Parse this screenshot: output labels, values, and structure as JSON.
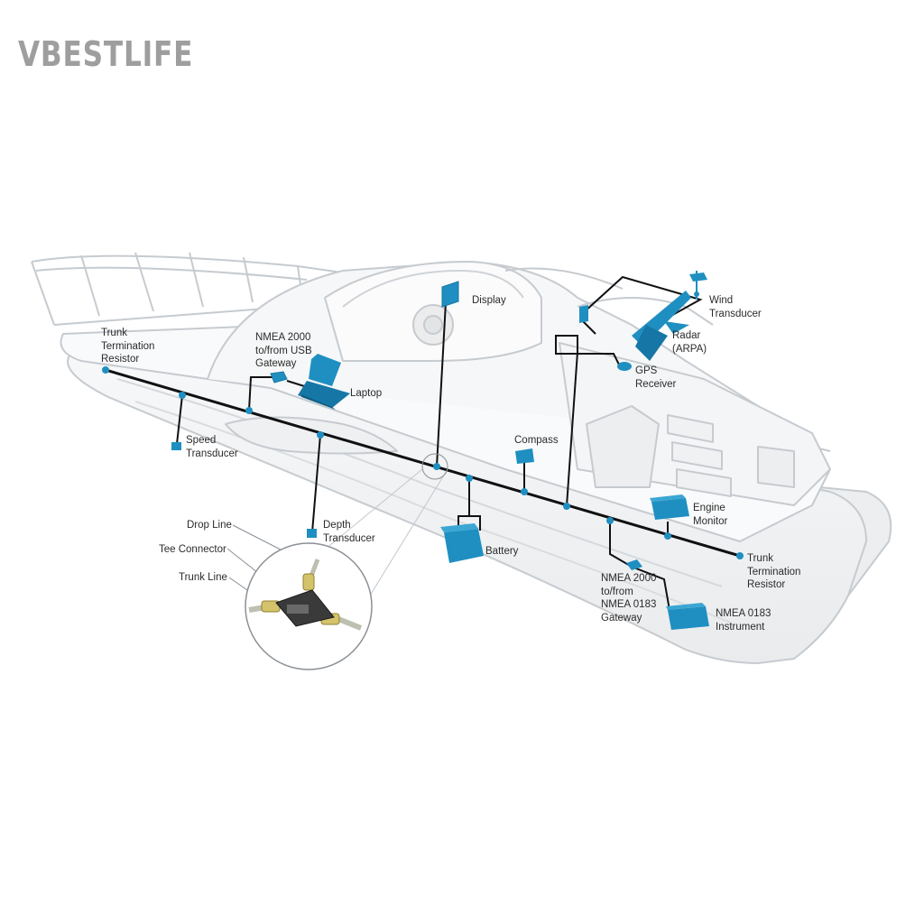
{
  "watermark": "VBESTLIFE",
  "colors": {
    "device": "#1f8fc1",
    "device_dark": "#1677a6",
    "trunk": "#111111",
    "boat_line": "#c8cdd2",
    "boat_fill": "#f3f4f5",
    "shadow": "#e6e8ea"
  },
  "labels": {
    "trunk_resistor_left": "Trunk\nTermination\nResistor",
    "usb_gateway": "NMEA 2000\nto/from USB\nGateway",
    "laptop": "Laptop",
    "display": "Display",
    "wind": "Wind\nTransducer",
    "radar": "Radar\n(ARPA)",
    "gps": "GPS\nReceiver",
    "compass": "Compass",
    "speed": "Speed\nTransducer",
    "depth": "Depth\nTransducer",
    "battery": "Battery",
    "engine": "Engine\nMonitor",
    "trunk_resistor_right": "Trunk\nTermination\nResistor",
    "nmea0183_gateway": "NMEA 2000\nto/from\nNMEA 0183\nGateway",
    "nmea0183_instrument": "NMEA 0183\nInstrument",
    "drop_line": "Drop Line",
    "tee_connector": "Tee Connector",
    "trunk_line": "Trunk Line"
  }
}
